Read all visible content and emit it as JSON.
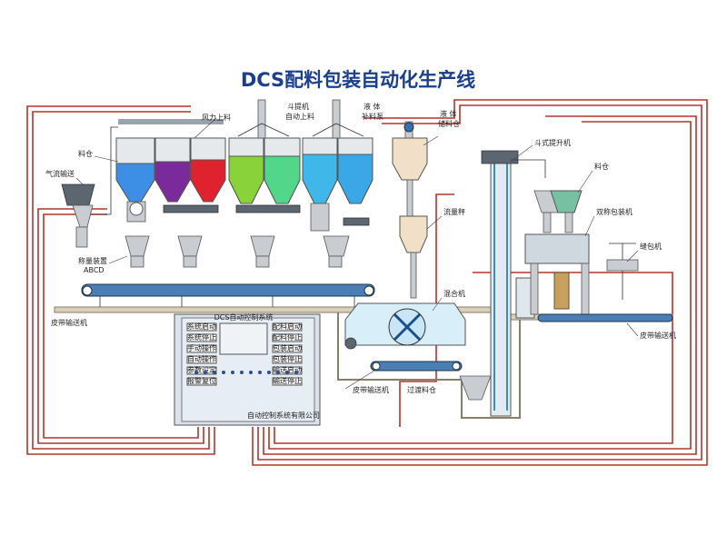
{
  "title": "DCS配料包装自动化生产线",
  "labels": {
    "pneumatic_conveying": "气流输送",
    "silo_left": "料仓",
    "wind_feeding": "风力上料",
    "bucket_elevator_auto_1": "斗提机",
    "bucket_elevator_auto_2": "自动上料",
    "liquid_supply_1": "液  体",
    "liquid_supply_2": "补料泵",
    "liquid_storage_1": "液  体",
    "liquid_storage_2": "储料仓",
    "weighing_device_1": "称量装置",
    "weighing_device_2": "ABCD",
    "flow_scale": "流量秤",
    "mixer": "混合机",
    "bucket_elevator": "斗式提升机",
    "silo_right": "料仓",
    "double_packer": "双称包装机",
    "sewing_machine": "缝包机",
    "belt_conveyor_left": "皮带输送机",
    "belt_conveyor_mid": "皮带输送机",
    "belt_conveyor_right": "皮带输送机",
    "transition_silo": "过渡料仓",
    "cabinet_header": "DCS自动控制系统",
    "cabinet_footer": "自动控制系统有限公司"
  },
  "cabinet_buttons": [
    "系统启动",
    "系统停止",
    "手动操作",
    "自动操作",
    "参数设定",
    "报警复位",
    "配料启动",
    "配料停止",
    "包装启动",
    "包装停止",
    "输送启动",
    "输送停止"
  ],
  "silo_colors": [
    "#3d8fe6",
    "#7a2a9a",
    "#e0222e",
    "#8ad23a",
    "#52d68a",
    "#3fb7e8",
    "#3aa7e6"
  ],
  "accent_colors": {
    "pipe": "#b5332b",
    "title": "#1a3f8f",
    "equipment": "#c9cdd2",
    "elevator": "#3a8fc0"
  }
}
